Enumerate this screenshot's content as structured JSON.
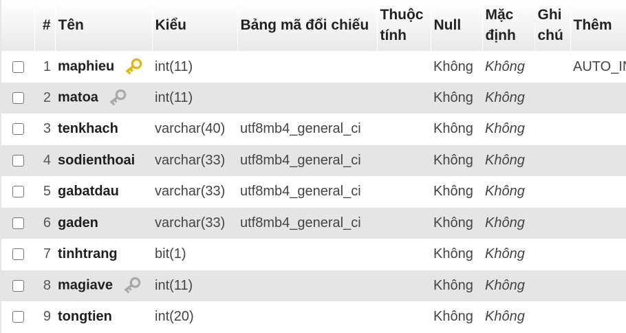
{
  "headers": {
    "num": "#",
    "name": "Tên",
    "type": "Kiểu",
    "collation": "Bảng mã đối chiếu",
    "attributes": "Thuộc tính",
    "null": "Null",
    "default": "Mặc định",
    "comments": "Ghi chú",
    "extra": "Thêm"
  },
  "rows": [
    {
      "num": "1",
      "name": "maphieu",
      "key": "primary",
      "type": "int(11)",
      "collation": "",
      "attributes": "",
      "null": "Không",
      "default": "Không",
      "comments": "",
      "extra": "AUTO_INCREMENT"
    },
    {
      "num": "2",
      "name": "matoa",
      "key": "index",
      "type": "int(11)",
      "collation": "",
      "attributes": "",
      "null": "Không",
      "default": "Không",
      "comments": "",
      "extra": ""
    },
    {
      "num": "3",
      "name": "tenkhach",
      "key": "",
      "type": "varchar(40)",
      "collation": "utf8mb4_general_ci",
      "attributes": "",
      "null": "Không",
      "default": "Không",
      "comments": "",
      "extra": ""
    },
    {
      "num": "4",
      "name": "sodienthoai",
      "key": "",
      "type": "varchar(33)",
      "collation": "utf8mb4_general_ci",
      "attributes": "",
      "null": "Không",
      "default": "Không",
      "comments": "",
      "extra": ""
    },
    {
      "num": "5",
      "name": "gabatdau",
      "key": "",
      "type": "varchar(33)",
      "collation": "utf8mb4_general_ci",
      "attributes": "",
      "null": "Không",
      "default": "Không",
      "comments": "",
      "extra": ""
    },
    {
      "num": "6",
      "name": "gaden",
      "key": "",
      "type": "varchar(33)",
      "collation": "utf8mb4_general_ci",
      "attributes": "",
      "null": "Không",
      "default": "Không",
      "comments": "",
      "extra": ""
    },
    {
      "num": "7",
      "name": "tinhtrang",
      "key": "",
      "type": "bit(1)",
      "collation": "",
      "attributes": "",
      "null": "Không",
      "default": "Không",
      "comments": "",
      "extra": ""
    },
    {
      "num": "8",
      "name": "magiave",
      "key": "index",
      "type": "int(11)",
      "collation": "",
      "attributes": "",
      "null": "Không",
      "default": "Không",
      "comments": "",
      "extra": ""
    },
    {
      "num": "9",
      "name": "tongtien",
      "key": "",
      "type": "int(20)",
      "collation": "",
      "attributes": "",
      "null": "Không",
      "default": "Không",
      "comments": "",
      "extra": ""
    }
  ],
  "icons": {
    "primary": "primary-key-icon",
    "index": "index-key-icon"
  },
  "colors": {
    "primary_key": "#e8b400",
    "index_key": "#a8a8a8",
    "row_alt": "#e5e5e5"
  }
}
